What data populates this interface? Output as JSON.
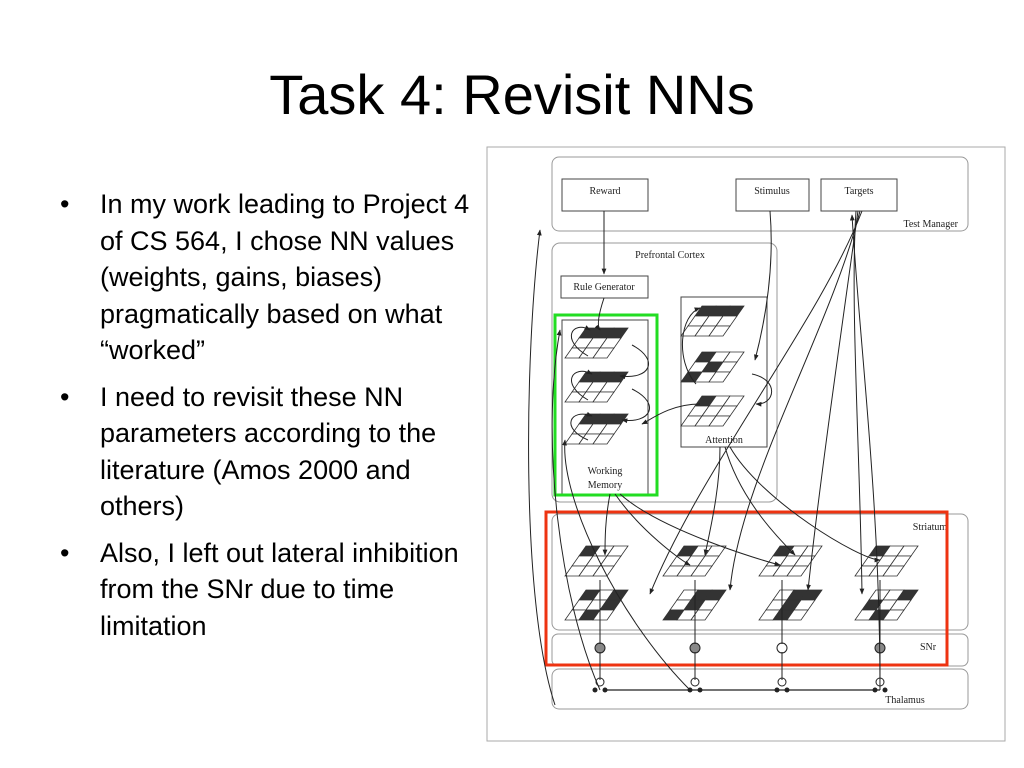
{
  "slide": {
    "title": "Task 4: Revisit NNs",
    "bullets": [
      "In my work leading to Project 4 of CS 564, I chose NN values (weights, gains, biases) pragmatically based on what “worked”",
      "I need to revisit these NN parameters according to the literature (Amos 2000 and others)",
      "Also, I left out lateral inhibition from the SNr due to time limitation"
    ]
  },
  "diagram": {
    "test_manager": {
      "label": "Test Manager",
      "reward": "Reward",
      "stimulus": "Stimulus",
      "targets": "Targets"
    },
    "prefrontal_cortex": {
      "label": "Prefrontal Cortex",
      "rule_generator": "Rule Generator",
      "working_memory": [
        "Working",
        "Memory"
      ],
      "attention": "Attention"
    },
    "striatum": "Striatum",
    "snr": "SNr",
    "thalamus": "Thalamus",
    "colors": {
      "highlight_green": "#22dd22",
      "highlight_red": "#ee3311",
      "cell_dark": "#333333",
      "box_border": "#999999"
    }
  }
}
